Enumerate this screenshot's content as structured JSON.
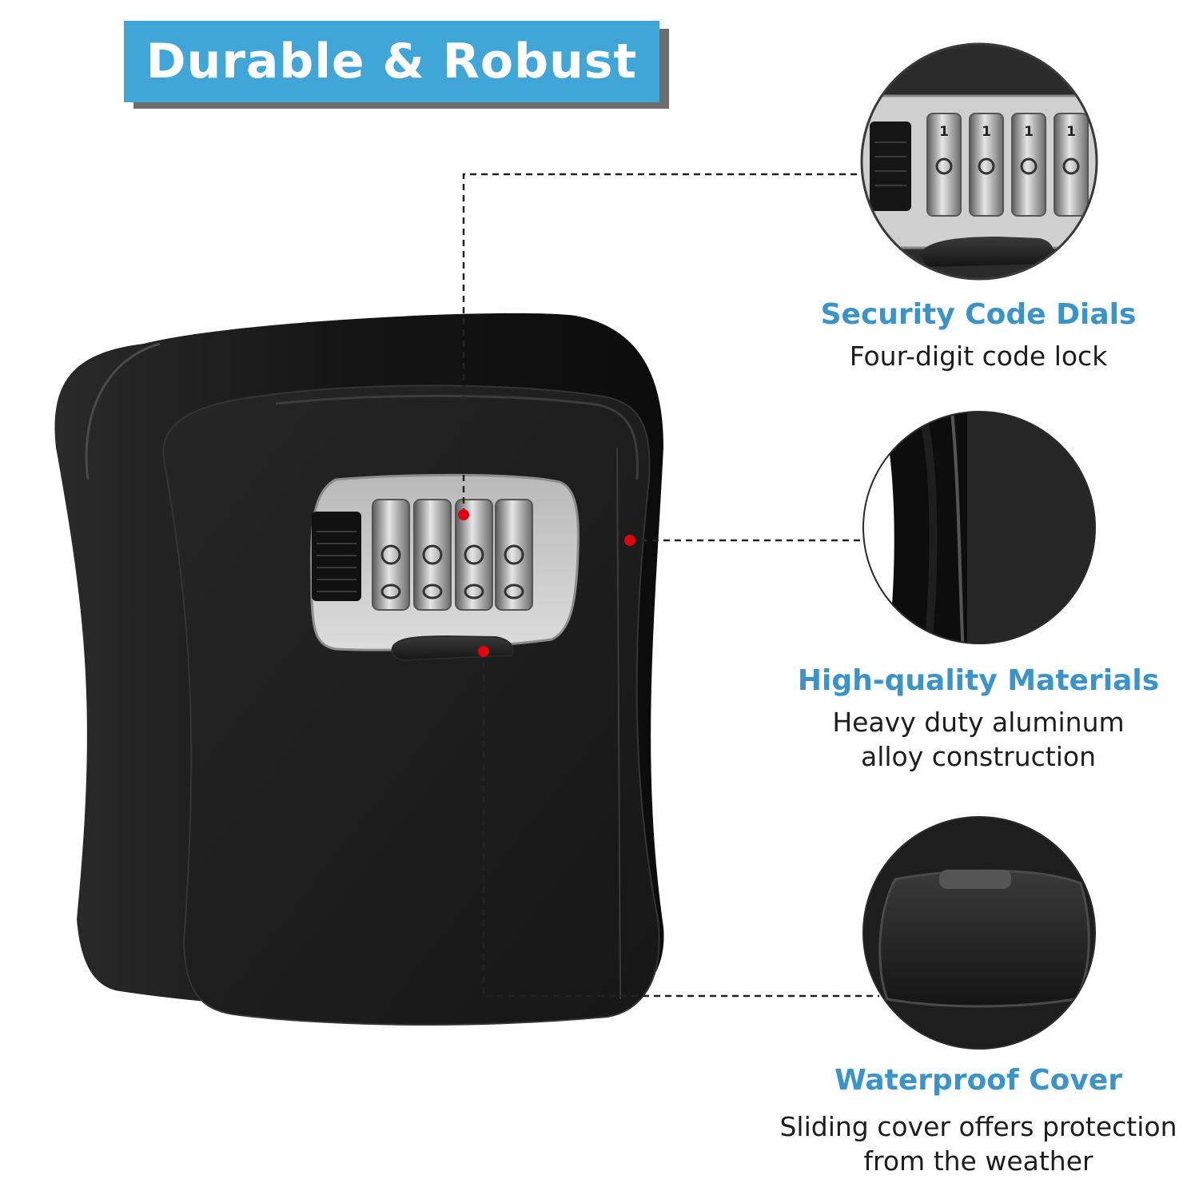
{
  "banner": {
    "text": "Durable & Robust",
    "color": "#40a6d8"
  },
  "dial_digits": [
    "1",
    "1",
    "1",
    "1"
  ],
  "features": [
    {
      "title": "Security Code Dials",
      "desc_lines": [
        "Four-digit code lock"
      ]
    },
    {
      "title": "High-quality Materials",
      "desc_lines": [
        "Heavy duty aluminum",
        "alloy construction"
      ]
    },
    {
      "title": "Waterproof Cover",
      "desc_lines": [
        "Sliding cover offers protection",
        "from the weather"
      ]
    }
  ],
  "colors": {
    "title": "#3a93c9",
    "marker": "#e3000f",
    "body": "#1c1c1c"
  }
}
